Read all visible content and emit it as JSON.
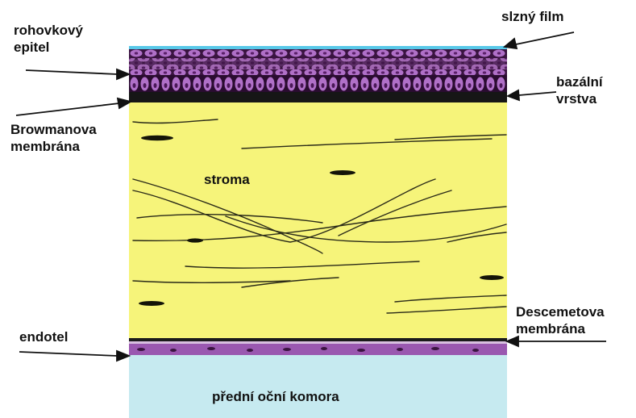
{
  "diagram": {
    "labels": {
      "epithelium": [
        "rohovkový",
        "epitel"
      ],
      "tear_film": "slzný film",
      "basal_layer": [
        "bazální",
        "vrstva"
      ],
      "bowman": [
        "Browmanova",
        "membrána"
      ],
      "stroma": "stroma",
      "descemet": [
        "Descemetova",
        "membrána"
      ],
      "endothelium": "endotel",
      "anterior_chamber": "přední oční komora"
    },
    "colors": {
      "tear_film": "#58c8e8",
      "epithelium_cells": "#b070c8",
      "epithelium_dark": "#3a1440",
      "bowman_line": "#161616",
      "stroma": "#f6f47a",
      "stroma_fibers": "#2a2a18",
      "descemet_line": "#1a1a1a",
      "endothelium": "#9a58b0",
      "anterior_chamber": "#c6eaf0",
      "arrow": "#111111"
    }
  }
}
